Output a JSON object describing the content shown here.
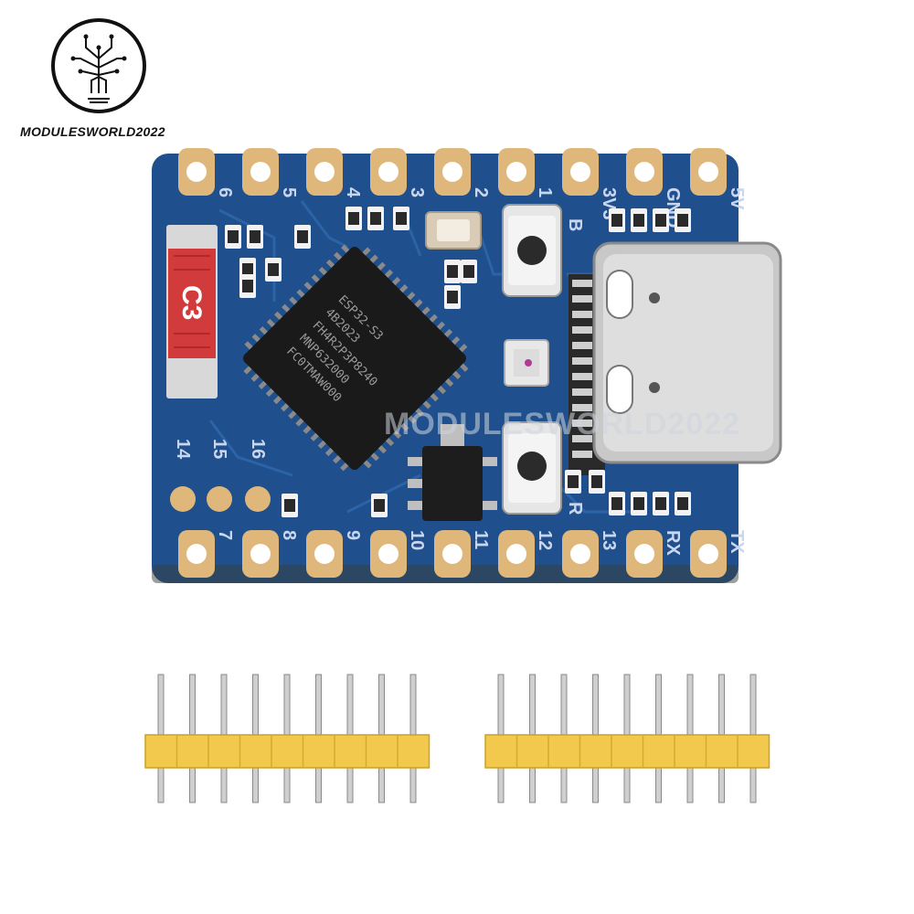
{
  "brand": {
    "name": "MODULESWORLD2022",
    "watermark": "MODULESWORLD2022"
  },
  "board": {
    "top_pin_labels": [
      "6",
      "5",
      "4",
      "3",
      "2",
      "1",
      "3V3",
      "GND",
      "5V"
    ],
    "bottom_pin_labels": [
      "7",
      "8",
      "9",
      "10",
      "11",
      "12",
      "13",
      "RX",
      "TX"
    ],
    "side_pin_labels": [
      "14",
      "15",
      "16"
    ],
    "button_labels": [
      "B",
      "R"
    ],
    "chip_marking": [
      "ESP32-S3",
      "4B2023",
      "FH4R2P3P8240",
      "MNP632000",
      "FC0TMAW000"
    ],
    "c3_label": "C3",
    "colors": {
      "pcb": "#1f4f8c",
      "pad_gold": "#e0b77a",
      "chip": "#1a1a1a",
      "usb_metal": "#c8c8c8",
      "header_plastic": "#f2c94c"
    }
  },
  "headers": {
    "count": 2,
    "pins_per_header": 9
  }
}
